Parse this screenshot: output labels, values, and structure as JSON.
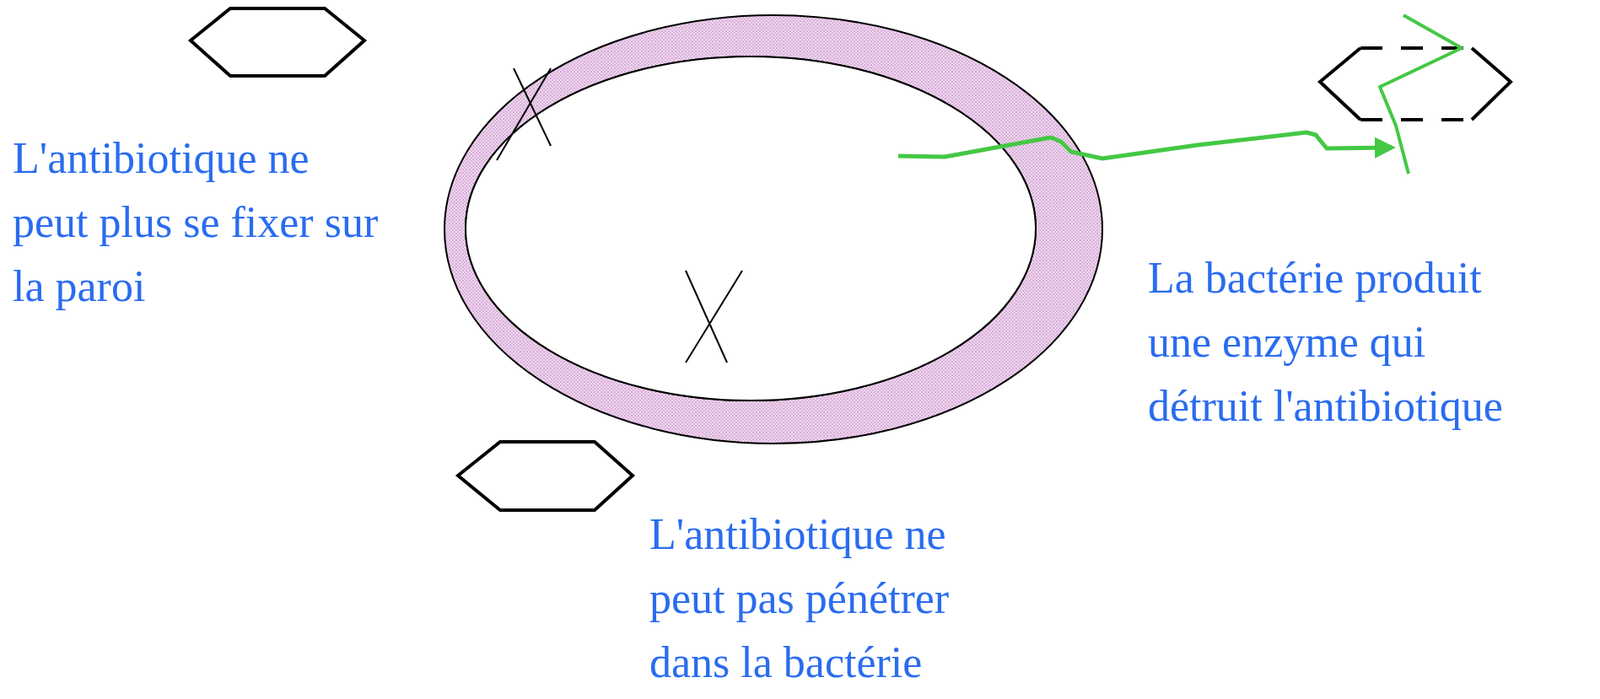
{
  "diagram": {
    "labels": [
      "L'antibiotique ne peut plus se fixer sur la paroi",
      "La bactérie produit une enzyme qui détruit l'antibiotique",
      "L'antibiotique ne peut pas pénétrer dans la bactérie"
    ]
  }
}
